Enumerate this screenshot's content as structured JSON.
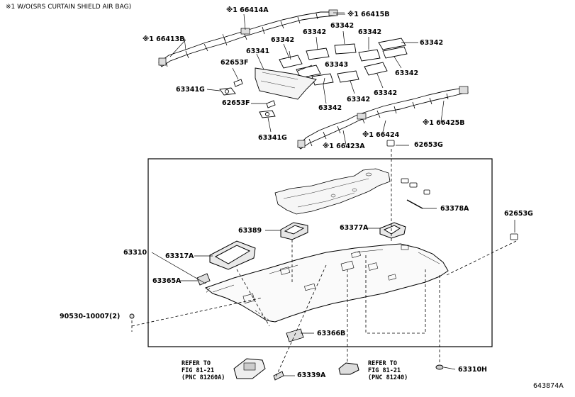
{
  "header": {
    "note": "※1 W/O(SRS CURTAIN SHIELD AIR BAG)"
  },
  "footer": {
    "figure_id": "643874A"
  },
  "labels": {
    "p66414A": "※1 66414A",
    "p66415B": "※1 66415B",
    "p66413B": "※1 66413B",
    "p63342_a": "63342",
    "p63342_b": "63342",
    "p63342_c": "63342",
    "p63342_d": "63342",
    "p63342_e": "63342",
    "p63342_f": "63342",
    "p63342_g": "63342",
    "p63342_h": "63342",
    "p63342_i": "63342",
    "p63341": "63341",
    "p63343": "63343",
    "p62653F_a": "62653F",
    "p62653F_b": "62653F",
    "p63341G_a": "63341G",
    "p63341G_b": "63341G",
    "p66424": "※1 66424",
    "p66425B": "※1 66425B",
    "p66423A": "※1 66423A",
    "p62653G_a": "62653G",
    "p62653G_b": "62653G",
    "p63378A": "63378A",
    "p63389": "63389",
    "p63377A": "63377A",
    "p63310": "63310",
    "p63317A": "63317A",
    "p63365A": "63365A",
    "p90530": "90530-10007(2)",
    "p63366B": "63366B",
    "p63339A": "63339A",
    "p63310H": "63310H"
  },
  "refs": {
    "left": {
      "line1": "REFER TO",
      "line2": "FIG 81-21",
      "line3": "(PNC 81260A)"
    },
    "right": {
      "line1": "REFER TO",
      "line2": "FIG 81-21",
      "line3": "(PNC 81240)"
    }
  }
}
